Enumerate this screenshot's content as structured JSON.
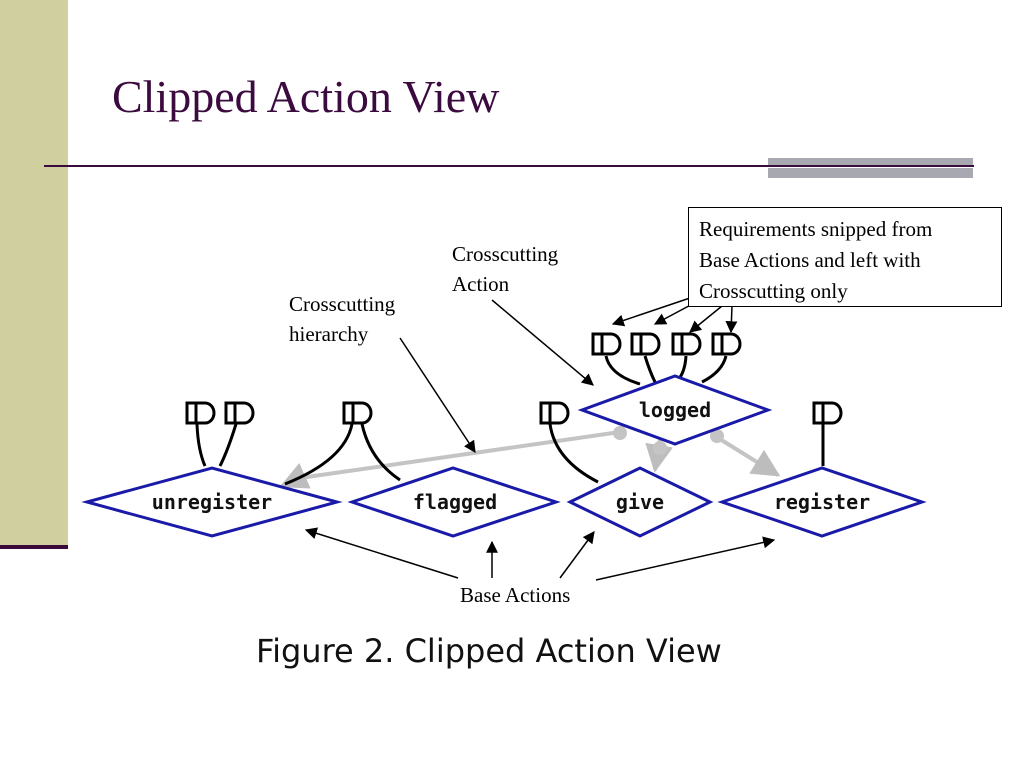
{
  "slide": {
    "title": "Clipped Action View"
  },
  "figure": {
    "caption": "Figure 2. Clipped Action View",
    "nodes": {
      "logged": "logged",
      "unregister": "unregister",
      "flagged": "flagged",
      "give": "give",
      "register": "register"
    },
    "annotations": {
      "crosscutting_action_line1": "Crosscutting",
      "crosscutting_action_line2": "Action",
      "crosscutting_hierarchy_line1": "Crosscutting",
      "crosscutting_hierarchy_line2": "hierarchy",
      "base_actions": "Base Actions"
    },
    "callout": {
      "line1": "Requirements snipped from",
      "line2": "Base Actions and left with",
      "line3": "Crosscutting only"
    }
  },
  "colors": {
    "title": "#3b0a3f",
    "diamond_stroke": "#1a1aa8",
    "hierarchy": "#c0c0c0",
    "band": "#cfcfa0"
  }
}
